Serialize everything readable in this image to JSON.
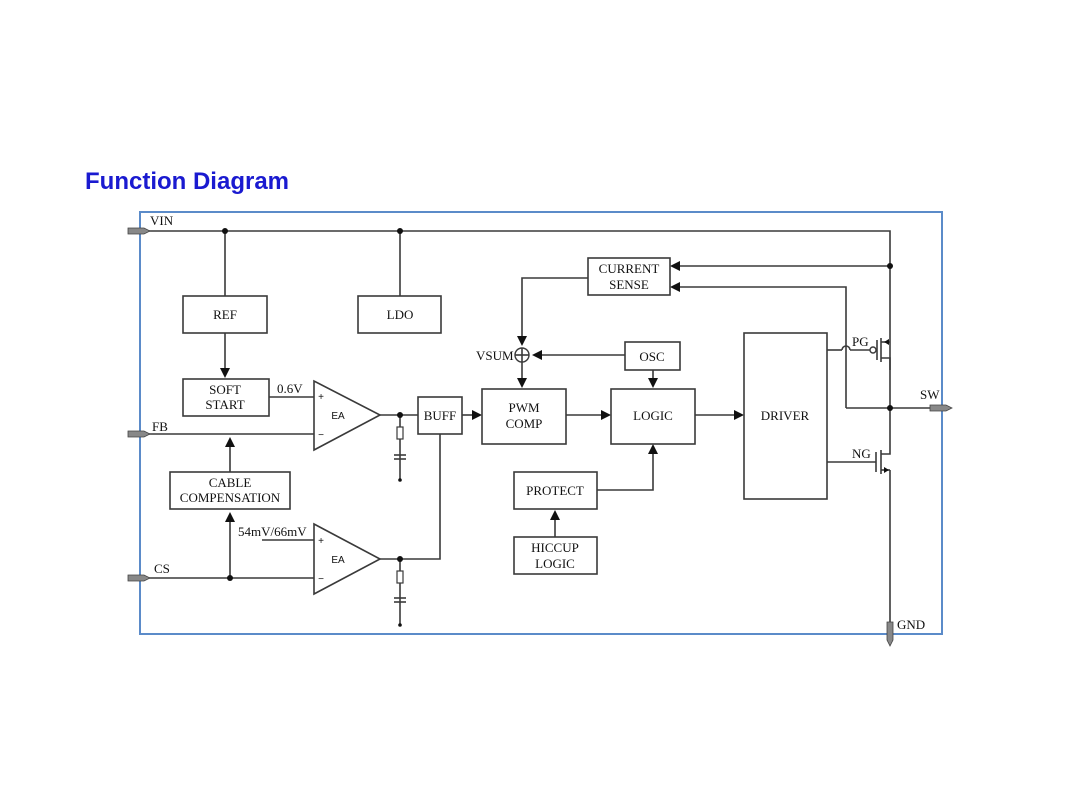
{
  "title": "Function Diagram",
  "pins": {
    "vin": "VIN",
    "fb": "FB",
    "cs": "CS",
    "sw": "SW",
    "gnd": "GND"
  },
  "blocks": {
    "ref": "REF",
    "ldo": "LDO",
    "soft_start": [
      "SOFT",
      "START"
    ],
    "cable_comp": [
      "CABLE",
      "COMPENSATION"
    ],
    "ea1": "EA",
    "ea2": "EA",
    "buff": "BUFF",
    "pwm_comp": [
      "PWM",
      "COMP"
    ],
    "logic": "LOGIC",
    "driver": "DRIVER",
    "current_sense": [
      "CURRENT",
      "SENSE"
    ],
    "osc": "OSC",
    "protect": "PROTECT",
    "hiccup_logic": [
      "HICCUP",
      "LOGIC"
    ]
  },
  "labels": {
    "ref_voltage": "0.6V",
    "cs_threshold": "54mV/66mV",
    "vsum": "VSUM",
    "pg": "PG",
    "ng": "NG",
    "plus": "+",
    "minus": "−"
  }
}
